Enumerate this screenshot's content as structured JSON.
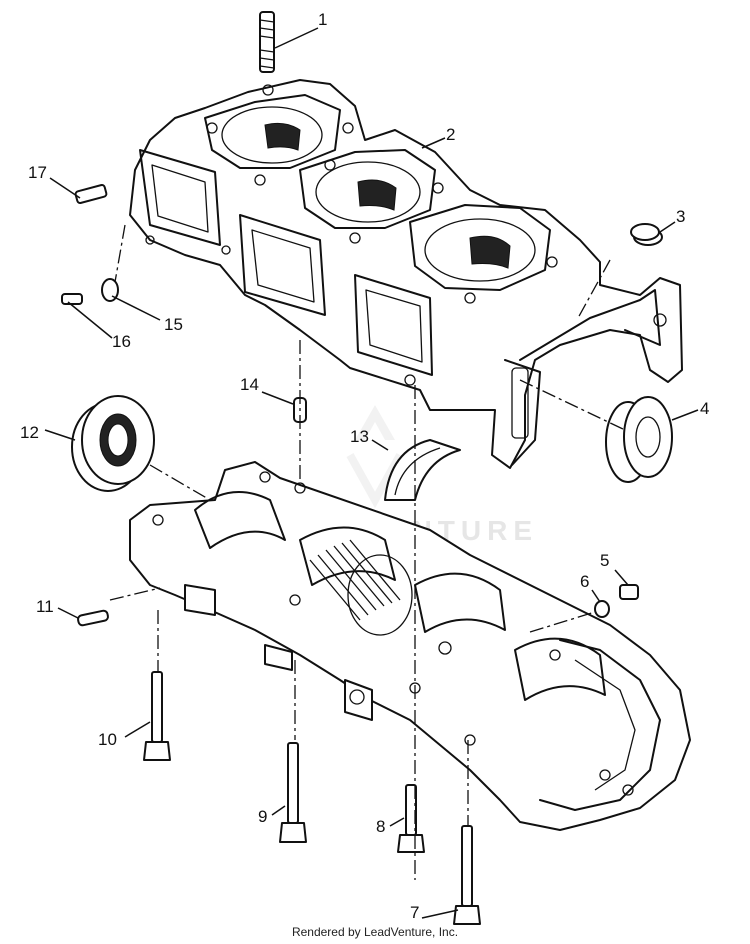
{
  "callouts": [
    {
      "id": "1",
      "text": "1"
    },
    {
      "id": "2",
      "text": "2"
    },
    {
      "id": "3",
      "text": "3"
    },
    {
      "id": "4",
      "text": "4"
    },
    {
      "id": "5",
      "text": "5"
    },
    {
      "id": "6",
      "text": "6"
    },
    {
      "id": "7",
      "text": "7"
    },
    {
      "id": "8",
      "text": "8"
    },
    {
      "id": "9",
      "text": "9"
    },
    {
      "id": "10",
      "text": "10"
    },
    {
      "id": "11",
      "text": "11"
    },
    {
      "id": "12",
      "text": "12"
    },
    {
      "id": "13",
      "text": "13"
    },
    {
      "id": "14",
      "text": "14"
    },
    {
      "id": "15",
      "text": "15"
    },
    {
      "id": "16",
      "text": "16"
    },
    {
      "id": "17",
      "text": "17"
    }
  ],
  "watermark": "LEADVENTURE",
  "footer": "Rendered by LeadVenture, Inc."
}
